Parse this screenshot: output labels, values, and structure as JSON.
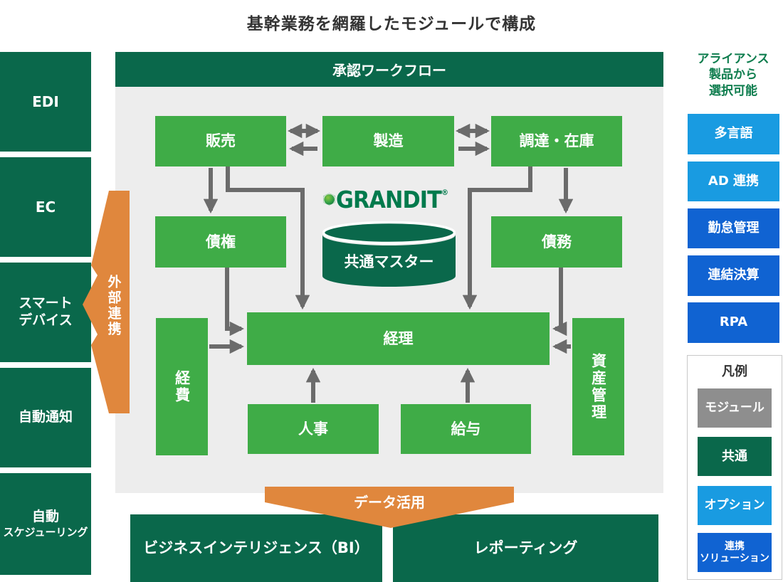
{
  "title": "基幹業務を網羅したモジュールで構成",
  "colors": {
    "dark_green": "#0a684b",
    "module_green": "#3fac47",
    "orange": "#e0873d",
    "option_blue": "#199be1",
    "solution_blue": "#1063d2",
    "legend_gray": "#8e8e8e",
    "panel_gray": "#ededed",
    "arrow_gray": "#6b6b6b",
    "logo_green": "#007a4c",
    "alliance_text_green": "#0e7d4e",
    "title_text": "#333333"
  },
  "left_column": {
    "items": [
      {
        "lines": [
          "EDI"
        ]
      },
      {
        "lines": [
          "EC"
        ]
      },
      {
        "lines": [
          "スマート",
          "デバイス"
        ]
      },
      {
        "lines": [
          "自動通知"
        ]
      },
      {
        "lines": [
          "自動",
          "スケジューリング"
        ]
      }
    ]
  },
  "external_banner": {
    "label": "外部連携"
  },
  "workflow_header": {
    "label": "承認ワークフロー"
  },
  "modules": {
    "sales": "販売",
    "manufacturing": "製造",
    "procurement": "調達・在庫",
    "receivables": "債権",
    "payables": "債務",
    "accounting": "経理",
    "expenses": "経費",
    "asset_mgmt": "資産管理",
    "hr": "人事",
    "payroll": "給与"
  },
  "logo": {
    "text": "GRANDIT",
    "reg": "®"
  },
  "common_master": {
    "label": "共通マスター"
  },
  "data_banner": {
    "label": "データ活用"
  },
  "bottom_row": {
    "bi": "ビジネスインテリジェンス（BI）",
    "reporting": "レポーティング"
  },
  "right_column": {
    "header_lines": [
      "アライアンス",
      "製品から",
      "選択可能"
    ],
    "boxes": [
      {
        "label": "多言語",
        "type": "option"
      },
      {
        "label": "AD 連携",
        "type": "option"
      },
      {
        "label": "勤怠管理",
        "type": "solution"
      },
      {
        "label": "連結決算",
        "type": "solution"
      },
      {
        "label": "RPA",
        "type": "solution"
      }
    ]
  },
  "legend": {
    "title": "凡例",
    "items": [
      {
        "lines": [
          "モジュール"
        ],
        "color": "#8e8e8e"
      },
      {
        "lines": [
          "共通"
        ],
        "color": "#0a684b"
      },
      {
        "lines": [
          "オプション"
        ],
        "color": "#199be1"
      },
      {
        "lines": [
          "連携",
          "ソリューション"
        ],
        "color": "#1063d2"
      }
    ]
  }
}
